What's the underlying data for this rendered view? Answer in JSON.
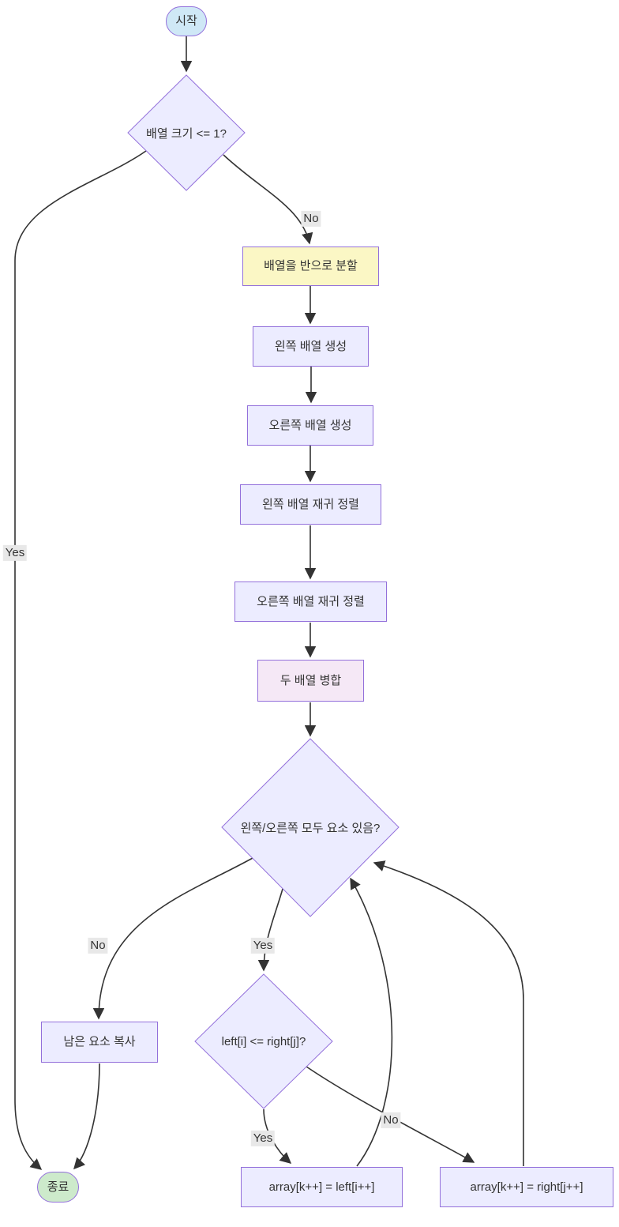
{
  "diagram": {
    "type": "flowchart",
    "nodes": {
      "start": "시작",
      "check_size": "배열 크기 <= 1?",
      "split": "배열을 반으로 분할",
      "create_left": "왼쪽 배열 생성",
      "create_right": "오른쪽 배열 생성",
      "sort_left": "왼쪽 배열 재귀 정렬",
      "sort_right": "오른쪽 배열 재귀 정렬",
      "merge": "두 배열 병합",
      "both_have": "왼쪽/오른쪽 모두 요소 있음?",
      "compare": "left[i] <= right[j]?",
      "copy_rest": "남은 요소 복사",
      "assign_left": "array[k++] = left[i++]",
      "assign_right": "array[k++] = right[j++]",
      "end": "종료"
    },
    "edge_labels": {
      "check_no": "No",
      "check_yes": "Yes",
      "both_no": "No",
      "both_yes": "Yes",
      "compare_yes": "Yes",
      "compare_no": "No"
    },
    "colors": {
      "background": "#ffffff",
      "node_fill": "#ECECFF",
      "node_border": "#9370DB",
      "start_fill": "#cfe8f6",
      "end_fill": "#cdeacb",
      "split_fill": "#fbf7c5",
      "merge_fill": "#f5e8f6",
      "edge_stroke": "#333333",
      "edge_label_bg": "#e8e8e8",
      "text": "#333333"
    }
  }
}
